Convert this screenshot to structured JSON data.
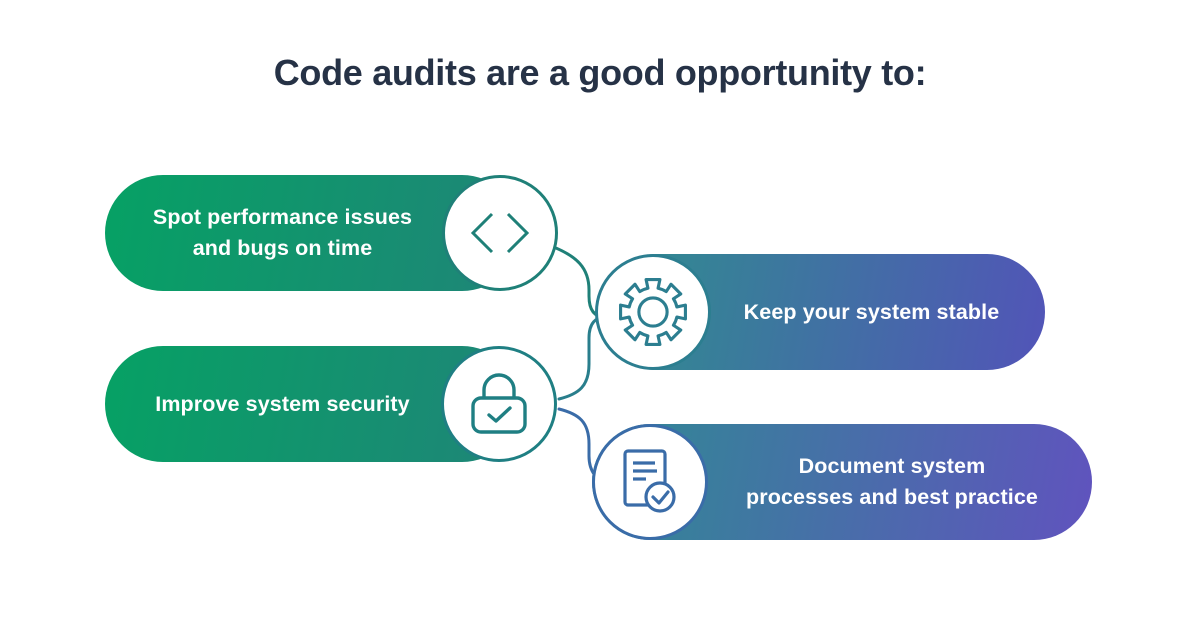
{
  "title": "Code audits are a good opportunity to:",
  "items": [
    {
      "id": "spot-performance",
      "lines": [
        "Spot performance issues",
        "and bugs on time"
      ],
      "icon": "code-icon",
      "circle_side": "right",
      "gradient": [
        "#06A164",
        "#1F8578"
      ],
      "icon_color": "#1F8078"
    },
    {
      "id": "keep-stable",
      "lines": [
        "Keep your system stable"
      ],
      "icon": "gear-icon",
      "circle_side": "left",
      "gradient": [
        "#2E8F8D",
        "#5254B8"
      ],
      "icon_color": "#2C7E90"
    },
    {
      "id": "improve-security",
      "lines": [
        "Improve system security"
      ],
      "icon": "lock-check-icon",
      "circle_side": "right",
      "gradient": [
        "#06A164",
        "#1F8578"
      ],
      "icon_color": "#1F7F83"
    },
    {
      "id": "document-processes",
      "lines": [
        "Document system",
        "processes and best practice"
      ],
      "icon": "document-check-icon",
      "circle_side": "left",
      "gradient": [
        "#2F8A93",
        "#6053BE"
      ],
      "icon_color": "#3A6CA8"
    }
  ],
  "palette": {
    "background": "#FFFFFF",
    "title_text": "#263246",
    "pill_text": "#FFFFFF",
    "connector_teal": "#1F8078",
    "connector_teal_blue": "#297E8C",
    "connector_blue": "#3A6CA8"
  }
}
